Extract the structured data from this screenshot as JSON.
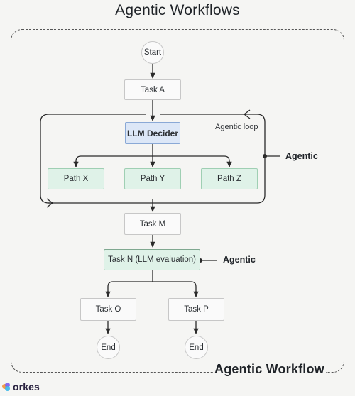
{
  "title": "Agentic Workflows",
  "frame_label": "Agentic Workflow",
  "nodes": {
    "start": "Start",
    "task_a": "Task A",
    "llm_decider": "LLM Decider",
    "path_x": "Path X",
    "path_y": "Path Y",
    "path_z": "Path Z",
    "task_m": "Task M",
    "task_n": "Task N (LLM evaluation)",
    "task_o": "Task O",
    "task_p": "Task P",
    "end_left": "End",
    "end_right": "End"
  },
  "labels": {
    "agentic_loop": "Agentic loop",
    "agentic_top": "Agentic",
    "agentic_bottom": "Agentic"
  },
  "brand": {
    "name": "orkes",
    "colors": [
      "#f39c4a",
      "#7a5cf0",
      "#3ab7e8"
    ]
  },
  "colors": {
    "decider_fill": "#dce7f7",
    "path_fill": "#dff2e8",
    "line": "#2a2a2a"
  }
}
